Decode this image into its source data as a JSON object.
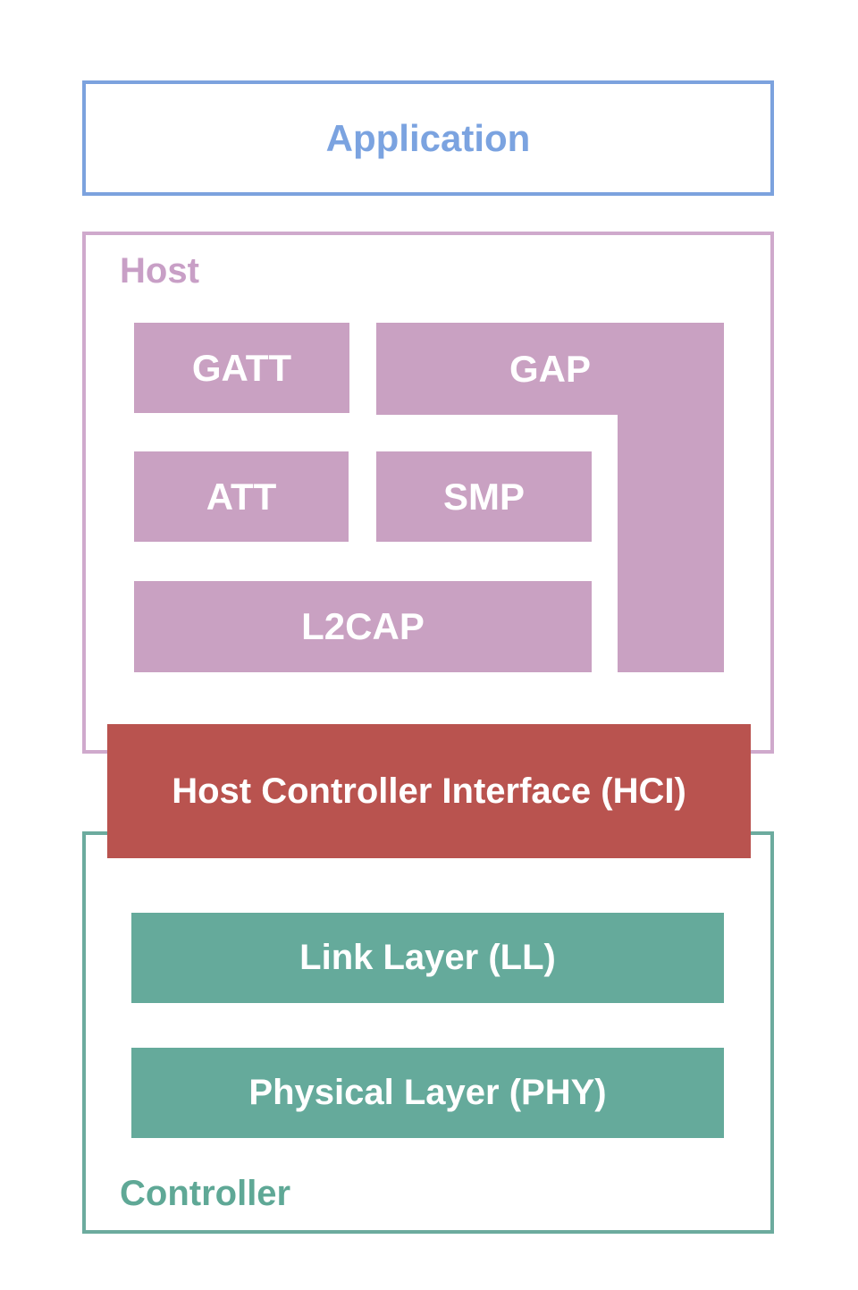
{
  "application": {
    "label": "Application"
  },
  "host": {
    "label": "Host",
    "blocks": {
      "gatt": "GATT",
      "gap": "GAP",
      "att": "ATT",
      "smp": "SMP",
      "l2cap": "L2CAP"
    }
  },
  "hci": {
    "label": "Host Controller Interface (HCI)"
  },
  "controller": {
    "label": "Controller",
    "blocks": {
      "link_layer": "Link Layer (LL)",
      "physical_layer": "Physical Layer (PHY)"
    }
  },
  "colors": {
    "application_blue": "#7ba3e0",
    "host_pink_border": "#cfa9cc",
    "host_block_fill": "#c9a1c2",
    "hci_red": "#b9534f",
    "controller_teal_border": "#6cab9e",
    "controller_block_fill": "#65aa9b",
    "block_text": "#ffffff",
    "background": "#ffffff"
  }
}
